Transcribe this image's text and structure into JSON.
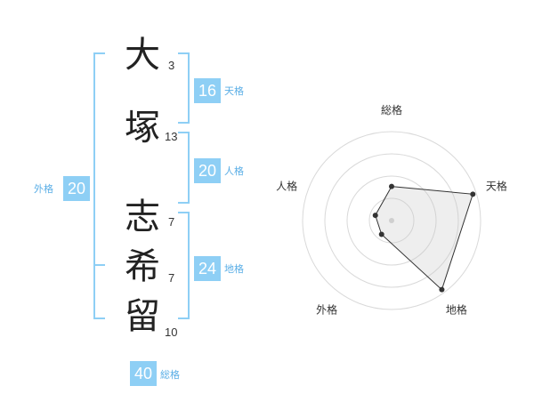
{
  "name_chars": [
    {
      "char": "大",
      "strokes": "3"
    },
    {
      "char": "塚",
      "strokes": "13"
    },
    {
      "char": "志",
      "strokes": "7"
    },
    {
      "char": "希",
      "strokes": "7"
    },
    {
      "char": "留",
      "strokes": "10"
    }
  ],
  "kakusu": {
    "tenkaku": {
      "value": "16",
      "label": "天格"
    },
    "jinkaku": {
      "value": "20",
      "label": "人格"
    },
    "chikaku": {
      "value": "24",
      "label": "地格"
    },
    "gaikaku": {
      "value": "20",
      "label": "外格"
    },
    "soukaku": {
      "value": "40",
      "label": "総格"
    }
  },
  "colors": {
    "accent": "#8ecff5",
    "label": "#5aaee6",
    "bracket": "#8ecff5"
  },
  "chart_data": {
    "type": "radar",
    "axes": [
      "総格",
      "天格",
      "地格",
      "外格",
      "人格"
    ],
    "values": [
      2,
      5,
      5,
      1,
      1
    ],
    "max": 5,
    "rings": 4
  }
}
